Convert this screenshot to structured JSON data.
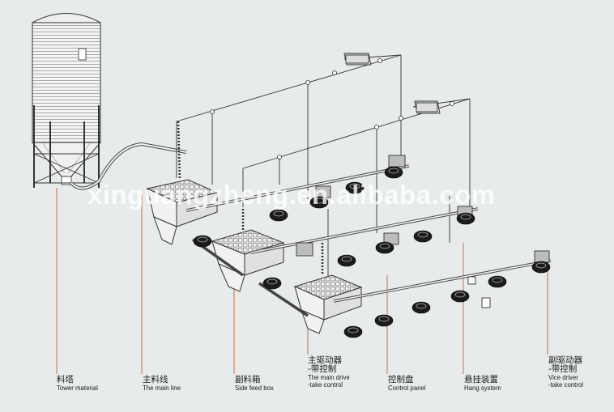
{
  "watermark": "xinguangzheng.en.alibaba.com",
  "labels": {
    "tower": {
      "cn": "料塔",
      "en": "Tower material"
    },
    "main_line": {
      "cn": "主料线",
      "en": "The main line"
    },
    "side_feed": {
      "cn": "副料箱",
      "en": "Side feed box"
    },
    "main_drive": {
      "cn1": "主驱动器",
      "cn2": "-带控制",
      "en1": "The main drive",
      "en2": "-take control"
    },
    "control_panel": {
      "cn": "控制盘",
      "en": "Control panel"
    },
    "hang_system": {
      "cn": "悬挂装置",
      "en": "Hang system"
    },
    "vice_driver": {
      "cn1": "副驱动器",
      "cn2": "-带控制",
      "en1": "Vice driver",
      "en2": "-take control"
    }
  },
  "colors": {
    "leader": "#c8612f",
    "line": "#3a3a3a",
    "background": "#e8ebeb"
  }
}
